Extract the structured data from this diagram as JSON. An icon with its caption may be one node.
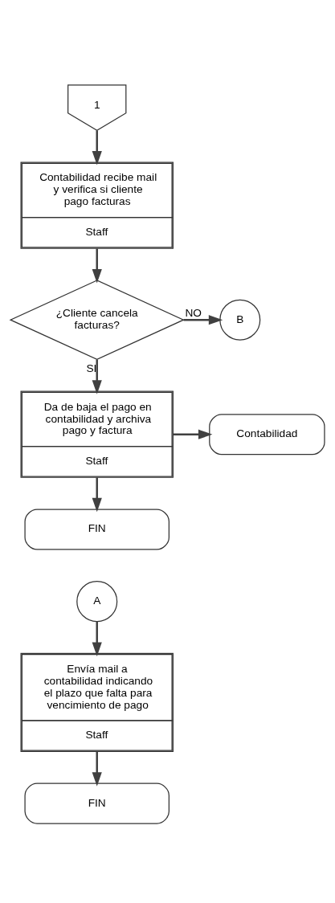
{
  "diagram": {
    "nodes": [
      {
        "text": [
          "1"
        ]
      },
      {
        "text": [
          "Contabilidad recibe mail y verifica si cliente pago facturas",
          "Staff"
        ]
      },
      {
        "text": [
          "¿Cliente cancela facturas?"
        ]
      },
      {
        "text": [
          "B"
        ]
      },
      {
        "text": [
          "Da de baja el pago en contabilidad y archiva pago y factura",
          "Staff"
        ]
      },
      {
        "text": [
          "Contabilidad"
        ]
      },
      {
        "text": [
          "FIN"
        ]
      },
      {
        "text": [
          "A"
        ]
      },
      {
        "text": [
          "Envía mail a contabilidad indicando el plazo que falta para vencimiento de pago",
          "Staff"
        ]
      },
      {
        "text": [
          "FIN"
        ]
      }
    ],
    "edges": [
      {
        "from": 0,
        "to": 1,
        "arrow": "to"
      },
      {
        "from": 1,
        "to": 2,
        "arrow": "to"
      },
      {
        "from": 2,
        "to": 3,
        "arrow": "to",
        "label": "NO"
      },
      {
        "from": 2,
        "to": 4,
        "arrow": "to",
        "label": "SI"
      },
      {
        "from": 4,
        "to": 5,
        "arrow": "to"
      },
      {
        "from": 4,
        "to": 6,
        "arrow": "to"
      },
      {
        "from": 7,
        "to": 8,
        "arrow": "to"
      },
      {
        "from": 8,
        "to": 9,
        "arrow": "to"
      }
    ]
  }
}
